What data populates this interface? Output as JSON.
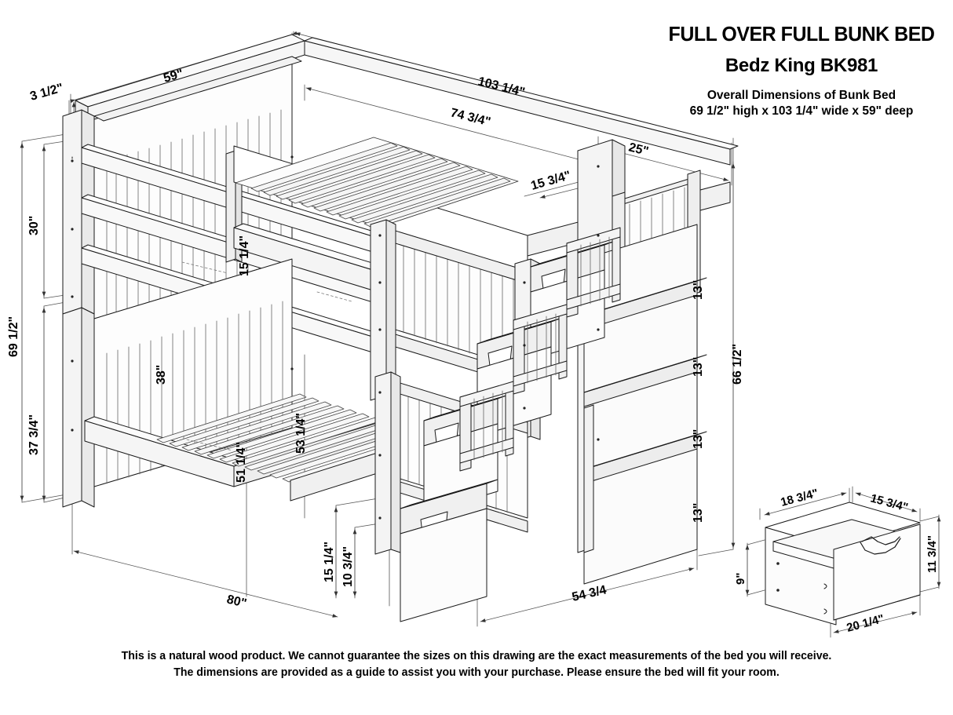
{
  "title_block": {
    "main_title": "FULL OVER FULL BUNK BED",
    "model": "Bedz King BK981",
    "overall_label": "Overall Dimensions of Bunk Bed",
    "overall_dims": "69 1/2\" high x 103 1/4\" wide x 59\" deep"
  },
  "disclaimer": {
    "line1": "This is a natural wood product. We cannot guarantee the sizes on this drawing are the exact measurements of the bed you will receive.",
    "line2": "The dimensions are provided as a guide to assist you with your purchase. Please ensure the bed will fit your room."
  },
  "dimensions": {
    "depth_top": "59\"",
    "rail_thickness": "3 1/2\"",
    "overall_width": "103 1/4\"",
    "bed_width_inner": "74 3/4\"",
    "stair_width": "25\"",
    "stair_tread_depth": "15 3/4\"",
    "upper_guardrail": "30\"",
    "overall_height": "69 1/2\"",
    "lower_deck_height": "37 3/4\"",
    "lower_guardrail": "38\"",
    "slat_gap_upper": "15 1/4\"",
    "slat_gap_lower": "15 1/4\"",
    "mattress_width": "53 1/4\"",
    "upper_clearance": "51 1/4\"",
    "underbed_clearance": "10 3/4\"",
    "bed_length": "80\"",
    "step_rise_1": "13\"",
    "step_rise_2": "13\"",
    "step_rise_3": "13\"",
    "step_rise_4": "13\"",
    "stair_unit_height": "66 1/2\"",
    "stair_unit_length": "54 3/4"
  },
  "drawer_detail": {
    "side_depth": "18 3/4\"",
    "back_width": "15 3/4\"",
    "front_height": "11 3/4\"",
    "box_height": "9\"",
    "front_width": "20 1/4\""
  },
  "colors": {
    "line": "#1a1a1a",
    "dim_line": "#3a3a3a",
    "fill_light": "#ffffff",
    "fill_shade": "#f2f2f2",
    "fill_shade2": "#e6e6e6",
    "background": "#ffffff"
  }
}
